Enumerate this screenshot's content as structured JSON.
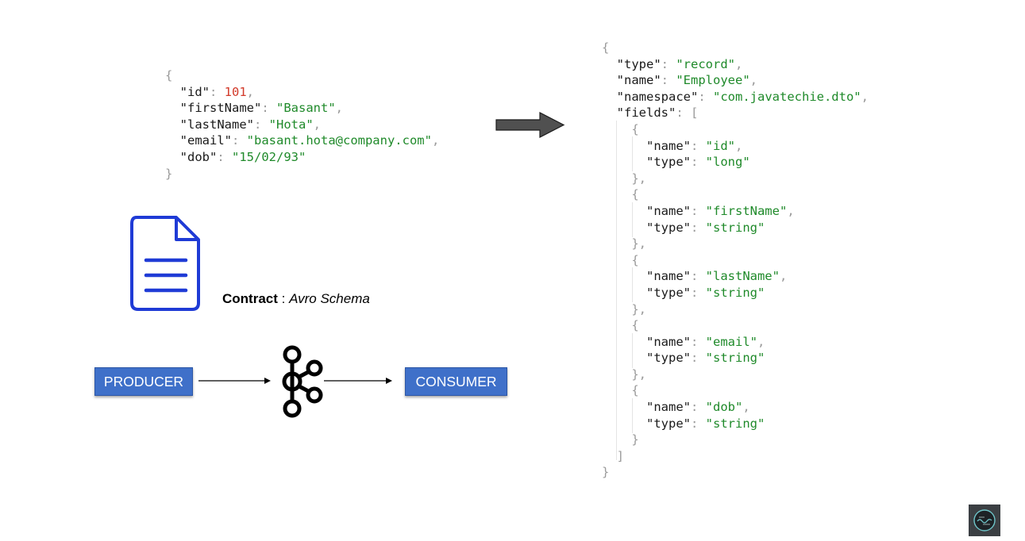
{
  "left_json": {
    "lines": [
      [
        {
          "c": "p",
          "t": "{"
        }
      ],
      [
        {
          "c": "k",
          "t": "  \"id\""
        },
        {
          "c": "p",
          "t": ": "
        },
        {
          "c": "n",
          "t": "101"
        },
        {
          "c": "p",
          "t": ","
        }
      ],
      [
        {
          "c": "k",
          "t": "  \"firstName\""
        },
        {
          "c": "p",
          "t": ": "
        },
        {
          "c": "s",
          "t": "\"Basant\""
        },
        {
          "c": "p",
          "t": ","
        }
      ],
      [
        {
          "c": "k",
          "t": "  \"lastName\""
        },
        {
          "c": "p",
          "t": ": "
        },
        {
          "c": "s",
          "t": "\"Hota\""
        },
        {
          "c": "p",
          "t": ","
        }
      ],
      [
        {
          "c": "k",
          "t": "  \"email\""
        },
        {
          "c": "p",
          "t": ": "
        },
        {
          "c": "s",
          "t": "\"basant.hota@company.com\""
        },
        {
          "c": "p",
          "t": ","
        }
      ],
      [
        {
          "c": "k",
          "t": "  \"dob\""
        },
        {
          "c": "p",
          "t": ": "
        },
        {
          "c": "s",
          "t": "\"15/02/93\""
        }
      ],
      [
        {
          "c": "p",
          "t": "}"
        }
      ]
    ]
  },
  "right_json": {
    "lines": [
      [
        {
          "c": "p",
          "t": "{"
        }
      ],
      [
        {
          "c": "k",
          "t": "  \"type\""
        },
        {
          "c": "p",
          "t": ": "
        },
        {
          "c": "s",
          "t": "\"record\""
        },
        {
          "c": "p",
          "t": ","
        }
      ],
      [
        {
          "c": "k",
          "t": "  \"name\""
        },
        {
          "c": "p",
          "t": ": "
        },
        {
          "c": "s",
          "t": "\"Employee\""
        },
        {
          "c": "p",
          "t": ","
        }
      ],
      [
        {
          "c": "k",
          "t": "  \"namespace\""
        },
        {
          "c": "p",
          "t": ": "
        },
        {
          "c": "s",
          "t": "\"com.javatechie.dto\""
        },
        {
          "c": "p",
          "t": ","
        }
      ],
      [
        {
          "c": "k",
          "t": "  \"fields\""
        },
        {
          "c": "p",
          "t": ": ["
        }
      ],
      [
        {
          "c": "p",
          "t": "    {"
        }
      ],
      [
        {
          "c": "k",
          "t": "      \"name\""
        },
        {
          "c": "p",
          "t": ": "
        },
        {
          "c": "s",
          "t": "\"id\""
        },
        {
          "c": "p",
          "t": ","
        }
      ],
      [
        {
          "c": "k",
          "t": "      \"type\""
        },
        {
          "c": "p",
          "t": ": "
        },
        {
          "c": "s",
          "t": "\"long\""
        }
      ],
      [
        {
          "c": "p",
          "t": "    },"
        }
      ],
      [
        {
          "c": "p",
          "t": "    {"
        }
      ],
      [
        {
          "c": "k",
          "t": "      \"name\""
        },
        {
          "c": "p",
          "t": ": "
        },
        {
          "c": "s",
          "t": "\"firstName\""
        },
        {
          "c": "p",
          "t": ","
        }
      ],
      [
        {
          "c": "k",
          "t": "      \"type\""
        },
        {
          "c": "p",
          "t": ": "
        },
        {
          "c": "s",
          "t": "\"string\""
        }
      ],
      [
        {
          "c": "p",
          "t": "    },"
        }
      ],
      [
        {
          "c": "p",
          "t": "    {"
        }
      ],
      [
        {
          "c": "k",
          "t": "      \"name\""
        },
        {
          "c": "p",
          "t": ": "
        },
        {
          "c": "s",
          "t": "\"lastName\""
        },
        {
          "c": "p",
          "t": ","
        }
      ],
      [
        {
          "c": "k",
          "t": "      \"type\""
        },
        {
          "c": "p",
          "t": ": "
        },
        {
          "c": "s",
          "t": "\"string\""
        }
      ],
      [
        {
          "c": "p",
          "t": "    },"
        }
      ],
      [
        {
          "c": "p",
          "t": "    {"
        }
      ],
      [
        {
          "c": "k",
          "t": "      \"name\""
        },
        {
          "c": "p",
          "t": ": "
        },
        {
          "c": "s",
          "t": "\"email\""
        },
        {
          "c": "p",
          "t": ","
        }
      ],
      [
        {
          "c": "k",
          "t": "      \"type\""
        },
        {
          "c": "p",
          "t": ": "
        },
        {
          "c": "s",
          "t": "\"string\""
        }
      ],
      [
        {
          "c": "p",
          "t": "    },"
        }
      ],
      [
        {
          "c": "p",
          "t": "    {"
        }
      ],
      [
        {
          "c": "k",
          "t": "      \"name\""
        },
        {
          "c": "p",
          "t": ": "
        },
        {
          "c": "s",
          "t": "\"dob\""
        },
        {
          "c": "p",
          "t": ","
        }
      ],
      [
        {
          "c": "k",
          "t": "      \"type\""
        },
        {
          "c": "p",
          "t": ": "
        },
        {
          "c": "s",
          "t": "\"string\""
        }
      ],
      [
        {
          "c": "p",
          "t": "    }"
        }
      ],
      [
        {
          "c": "p",
          "t": "  ]"
        }
      ],
      [
        {
          "c": "p",
          "t": "}"
        }
      ]
    ]
  },
  "contract": {
    "label": "Contract",
    "separator": " : ",
    "value": "Avro Schema"
  },
  "flow": {
    "producer": "PRODUCER",
    "consumer": "CONSUMER",
    "broker_icon": "kafka-logo-icon"
  },
  "icons": {
    "document": "document-icon",
    "transform_arrow": "block-arrow-right-icon",
    "channel_badge": "channel-logo-icon"
  },
  "colors": {
    "json_key": "#1a1a1a",
    "json_string": "#1f8a2a",
    "json_number": "#d23a2a",
    "json_punct": "#9a9a9a",
    "doc_icon": "#1f3bd6",
    "box_fill": "#3f70c9",
    "arrow_fill": "#505050"
  }
}
